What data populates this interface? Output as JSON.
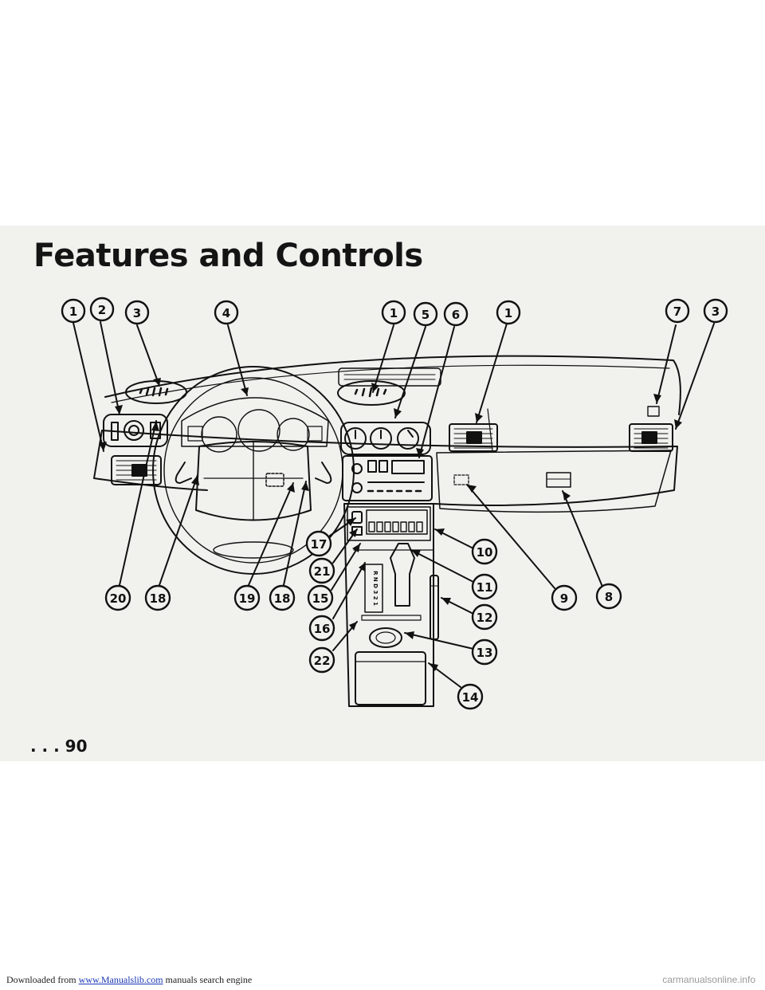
{
  "page": {
    "title": "Features and Controls",
    "page_number": ". . . 90"
  },
  "footer": {
    "prefix": "Downloaded from",
    "link": "www.Manualslib.com",
    "suffix": " manuals search engine",
    "watermark": "carmanualsonline.info"
  },
  "callouts": [
    {
      "id": "c1a",
      "label": "1"
    },
    {
      "id": "c2",
      "label": "2"
    },
    {
      "id": "c3a",
      "label": "3"
    },
    {
      "id": "c4",
      "label": "4"
    },
    {
      "id": "c1b",
      "label": "1"
    },
    {
      "id": "c5",
      "label": "5"
    },
    {
      "id": "c6",
      "label": "6"
    },
    {
      "id": "c1c",
      "label": "1"
    },
    {
      "id": "c7",
      "label": "7"
    },
    {
      "id": "c3b",
      "label": "3"
    },
    {
      "id": "c20",
      "label": "20"
    },
    {
      "id": "c18a",
      "label": "18"
    },
    {
      "id": "c19",
      "label": "19"
    },
    {
      "id": "c18b",
      "label": "18"
    },
    {
      "id": "c17",
      "label": "17"
    },
    {
      "id": "c21",
      "label": "21"
    },
    {
      "id": "c15",
      "label": "15"
    },
    {
      "id": "c16",
      "label": "16"
    },
    {
      "id": "c22",
      "label": "22"
    },
    {
      "id": "c10",
      "label": "10"
    },
    {
      "id": "c11",
      "label": "11"
    },
    {
      "id": "c12",
      "label": "12"
    },
    {
      "id": "c13",
      "label": "13"
    },
    {
      "id": "c14",
      "label": "14"
    },
    {
      "id": "c9",
      "label": "9"
    },
    {
      "id": "c8",
      "label": "8"
    }
  ],
  "shifter_letters": "R N D 3 2 1",
  "colors": {
    "line": "#111111",
    "page": "#f1f1ee"
  }
}
